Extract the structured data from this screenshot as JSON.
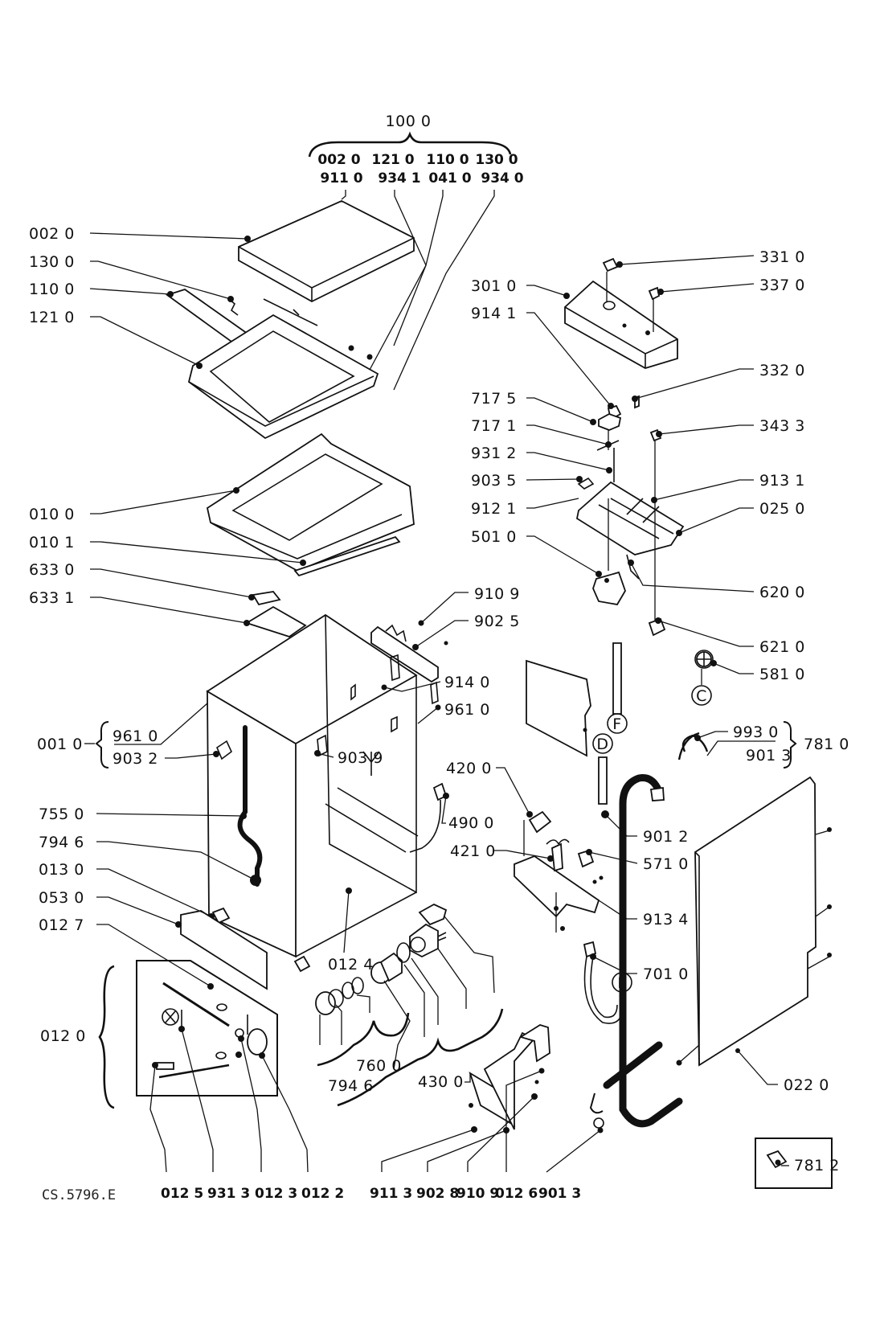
{
  "document_code": "CS.5796.E",
  "groups": {
    "top_assembly": {
      "label": "100 0",
      "row1": [
        "002 0",
        "121 0",
        "110 0",
        "130 0"
      ],
      "row2": [
        "911 0",
        "934 1",
        "041 0",
        "934 0"
      ]
    },
    "cabinet_group": {
      "label": "001 0",
      "members": [
        "961 0",
        "903 2"
      ]
    },
    "drain_hose_group": {
      "label": "781 0",
      "members": [
        "993 0",
        "901 3"
      ]
    },
    "plinth_group": {
      "label": "012 0"
    },
    "pump_group_a": {
      "label": "760 0"
    },
    "pump_group_b": {
      "label": "794 6"
    },
    "pump_group_c": {
      "label": "430 0"
    }
  },
  "labels": {
    "l_002_0": "002 0",
    "l_130_0": "130 0",
    "l_110_0": "110 0",
    "l_121_0": "121 0",
    "l_010_0": "010 0",
    "l_010_1": "010 1",
    "l_633_0": "633 0",
    "l_633_1": "633 1",
    "l_755_0": "755 0",
    "l_794_6": "794 6",
    "l_013_0": "013 0",
    "l_053_0": "053 0",
    "l_012_7": "012 7",
    "l_301_0": "301 0",
    "l_914_1": "914 1",
    "l_717_5": "717 5",
    "l_717_1": "717 1",
    "l_931_2": "931 2",
    "l_903_5": "903 5",
    "l_912_1": "912 1",
    "l_501_0": "501 0",
    "l_331_0": "331 0",
    "l_337_0": "337 0",
    "l_332_0": "332 0",
    "l_343_3": "343 3",
    "l_913_1": "913 1",
    "l_025_0": "025 0",
    "l_620_0": "620 0",
    "l_621_0": "621 0",
    "l_581_0": "581 0",
    "l_910_9a": "910 9",
    "l_902_5": "902 5",
    "l_914_0": "914 0",
    "l_961_0b": "961 0",
    "l_903_9": "903 9",
    "l_420_0": "420 0",
    "l_490_0": "490 0",
    "l_421_0": "421 0",
    "l_901_2": "901 2",
    "l_571_0": "571 0",
    "l_913_4": "913 4",
    "l_701_0": "701 0",
    "l_012_4": "012 4",
    "l_022_0": "022 0",
    "l_781_2": "781 2"
  },
  "bottom_row": [
    "012 5",
    "931 3",
    "012 3",
    "012 2",
    "911 3",
    "902 8",
    "910 9",
    "012 6",
    "901 3"
  ],
  "circle_markers": [
    "F",
    "D",
    "C",
    "F"
  ]
}
